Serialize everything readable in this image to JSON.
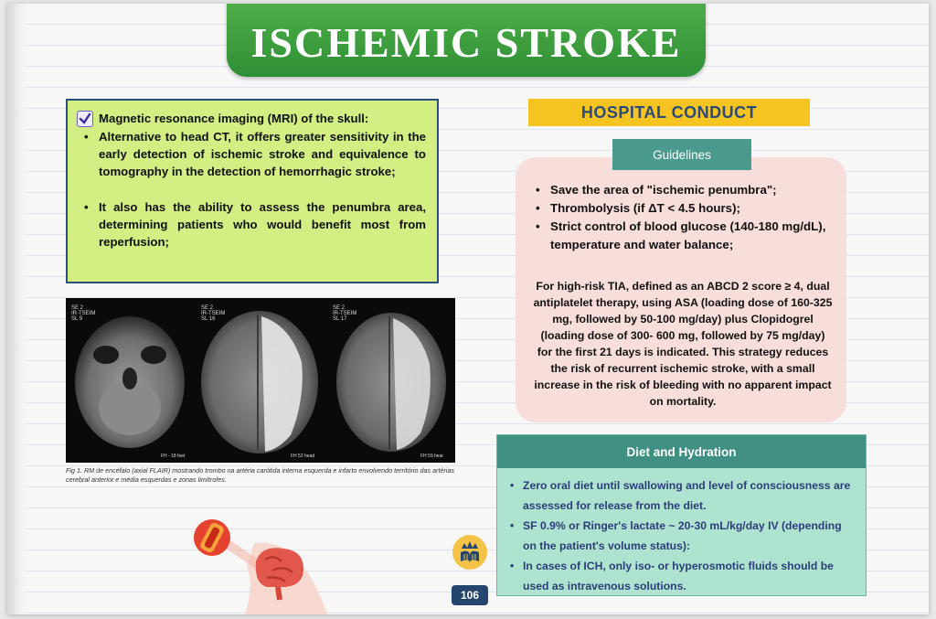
{
  "title": "ISCHEMIC STROKE",
  "mri": {
    "heading": "Magnetic resonance imaging (MRI) of the skull:",
    "bullets": [
      "Alternative to head CT, it offers greater sensitivity in the early detection of ischemic stroke and equivalence to tomography in the detection of hemorrhagic stroke;",
      "It also has the ability to assess the penumbra area, determining patients who would benefit most from reperfusion;"
    ]
  },
  "figure": {
    "panels": [
      {
        "header": "SE 2\nIR-TSEIM\nSL 9",
        "footer": "FH - 18 feet"
      },
      {
        "header": "SE 2\nIR-TSEIM\nSL 16",
        "footer": "FH 52 head"
      },
      {
        "header": "SE 2\nIR-TSEIM\nSL 17",
        "footer": "FH 59 hear"
      }
    ],
    "caption": "Fig 1. RM de encéfalo (axial FLAIR) mostrando trombo na artéria carótida interna esquerda e infarto envolvendo território das artérias cerebral anterior e média esquerdas e zonas limítrofes."
  },
  "conduct": {
    "title": "HOSPITAL CONDUCT",
    "guidelines_label": "Guidelines",
    "bullets": [
      "Save the area of \"ischemic penumbra\";",
      "Thrombolysis (if ΔT < 4.5 hours);",
      "Strict control of blood glucose (140-180 mg/dL), temperature and water balance;"
    ],
    "tia_text": "For high-risk TIA, defined as an ABCD 2 score ≥ 4, dual antiplatelet therapy, using ASA (loading dose of 160-325 mg, followed by 50-100 mg/day) plus Clopidogrel (loading dose of 300- 600 mg, followed by 75 mg/day) for the first 21 days is indicated. This strategy reduces the risk of recurrent ischemic stroke, with a small increase in the risk of bleeding with no apparent impact on mortality."
  },
  "diet": {
    "title": "Diet and Hydration",
    "bullets": [
      "Zero oral diet until swallowing and level of consciousness are assessed for release from the diet.",
      "SF 0.9% or Ringer's lactate ~ 20-30 mL/kg/day IV (depending on the patient's volume status):",
      "In cases of ICH, only iso- or hyperosmotic fluids should be used as intravenous solutions."
    ]
  },
  "page_number": "106",
  "icons": {
    "check": "checkmark-icon",
    "logo": "crown-book-logo",
    "illustration": "brain-artery-illustration"
  },
  "colors": {
    "title_green": "#3da041",
    "mri_box": "#d3ee83",
    "conduct_yellow": "#f6c421",
    "guidelines_teal": "#4b9a8e",
    "guidelines_box": "#f8dedb",
    "diet_box": "#aee4cf",
    "page_badge": "#24466e"
  }
}
